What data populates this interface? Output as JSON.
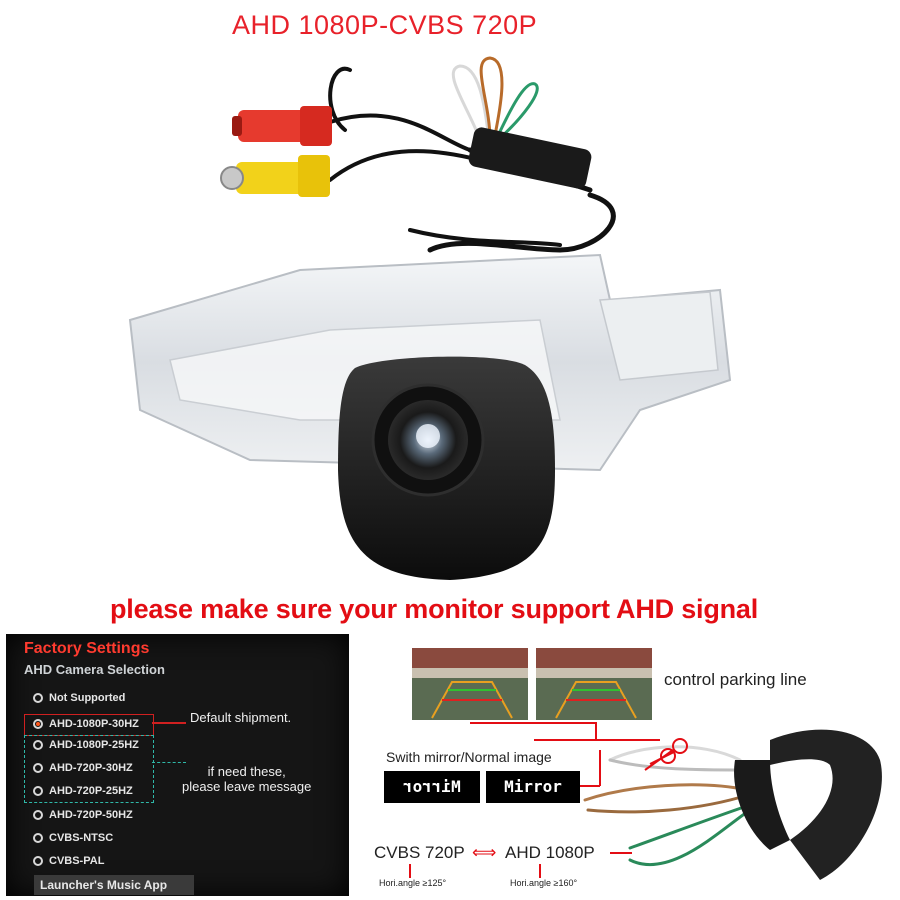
{
  "title": "AHD 1080P-CVBS 720P",
  "warning": "please make sure your monitor support AHD signal",
  "factory_settings": {
    "title": "Factory Settings",
    "subtitle": "AHD Camera Selection",
    "options": [
      {
        "label": "Not Supported",
        "selected": false
      },
      {
        "label": "AHD-1080P-30HZ",
        "selected": true
      },
      {
        "label": "AHD-1080P-25HZ",
        "selected": false
      },
      {
        "label": "AHD-720P-30HZ",
        "selected": false
      },
      {
        "label": "AHD-720P-25HZ",
        "selected": false
      },
      {
        "label": "AHD-720P-50HZ",
        "selected": false
      },
      {
        "label": "CVBS-NTSC",
        "selected": false
      },
      {
        "label": "CVBS-PAL",
        "selected": false
      }
    ],
    "footer": "Launcher's Music App",
    "default_note": "Default shipment.",
    "need_note_line1": "if need these,",
    "need_note_line2": "please leave message"
  },
  "parking": {
    "label": "control parking line"
  },
  "mirror": {
    "caption": "Swith mirror/Normal image",
    "flipped_button": "Mirror",
    "normal_button": "Mirror"
  },
  "formats": {
    "cvbs": "CVBS 720P",
    "arrow": "⟺",
    "ahd": "AHD 1080P",
    "cvbs_angle": "Hori.angle ≥125°",
    "ahd_angle": "Hori.angle ≥160°"
  },
  "colors": {
    "accent_red": "#e30d14",
    "panel_bg": "#151515",
    "teal": "#2fb8a8"
  }
}
